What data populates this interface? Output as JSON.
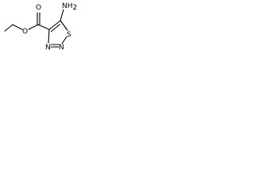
{
  "molecule": {
    "atoms": {
      "o_ether": "O",
      "o_carbonyl": "O",
      "s_ring": "S",
      "n_ring_1": "N",
      "n_ring_2": "N",
      "amino": "NH",
      "amino_subscript": "2"
    }
  }
}
